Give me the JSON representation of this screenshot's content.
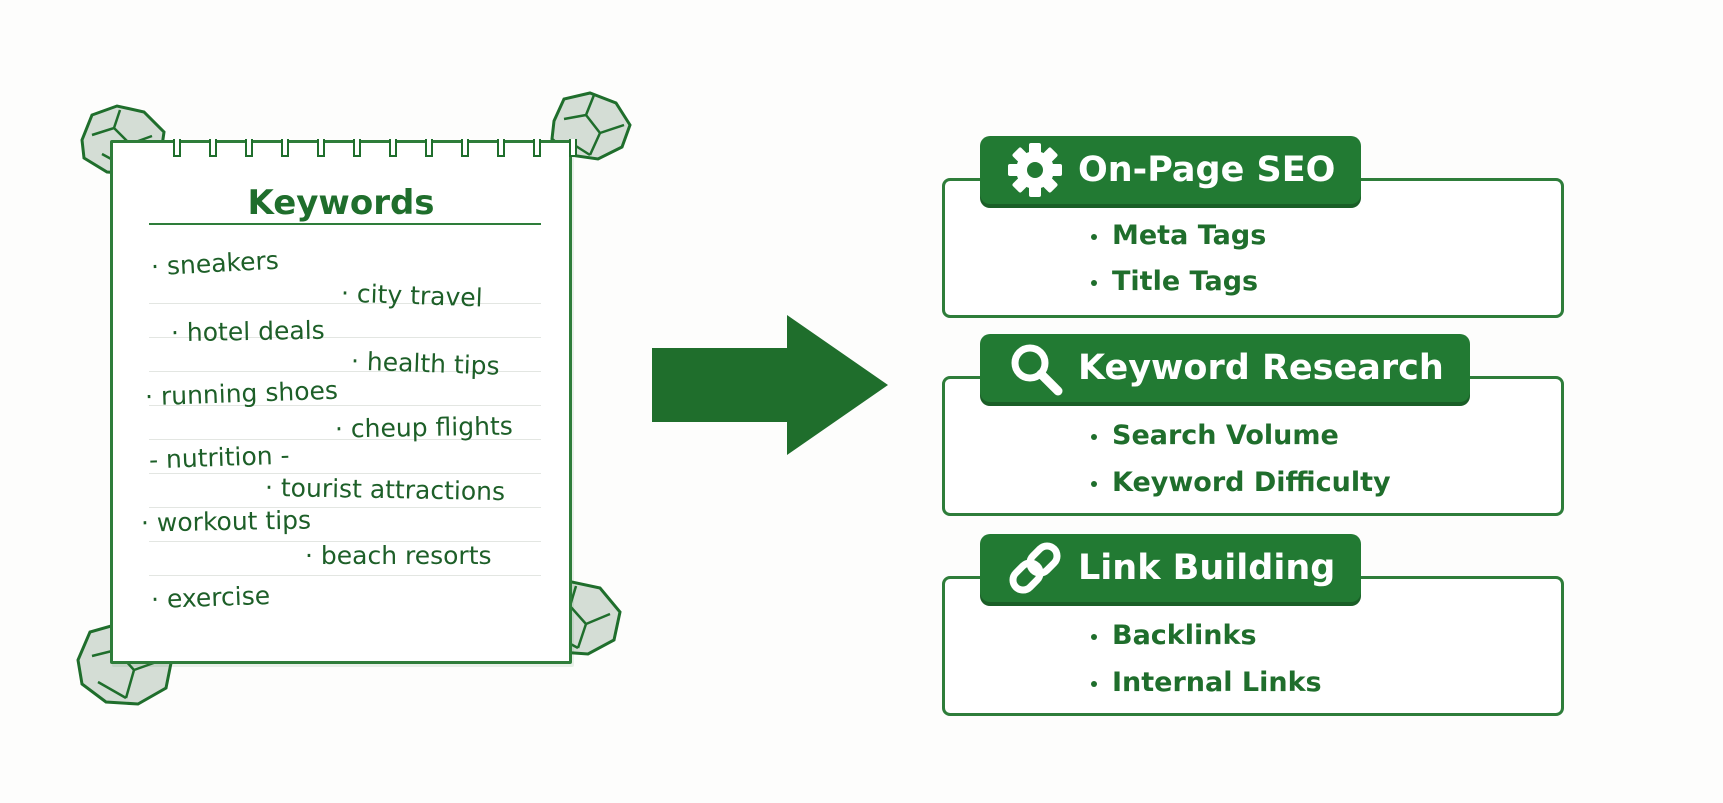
{
  "notepad": {
    "title": "Keywords",
    "keywords": [
      "· sneakers",
      "· city travel",
      "· hotel deals",
      "· health tips",
      "· running shoes",
      "· cheup flights",
      "- nutrition -",
      "· tourist attractions",
      "· workout tips",
      "· beach resorts",
      "· exercise"
    ]
  },
  "categories": [
    {
      "label": "On-Page SEO",
      "icon": "gear-icon",
      "items": [
        "Meta Tags",
        "Title Tags"
      ]
    },
    {
      "label": "Keyword Research",
      "icon": "magnifier-icon",
      "items": [
        "Search Volume",
        "Keyword Difficulty"
      ]
    },
    {
      "label": "Link Building",
      "icon": "chain-link-icon",
      "items": [
        "Backlinks",
        "Internal Links"
      ]
    }
  ],
  "colors": {
    "accent": "#227a33",
    "text": "#1f6e2c",
    "paper_crumple": "#d4ddd5"
  }
}
